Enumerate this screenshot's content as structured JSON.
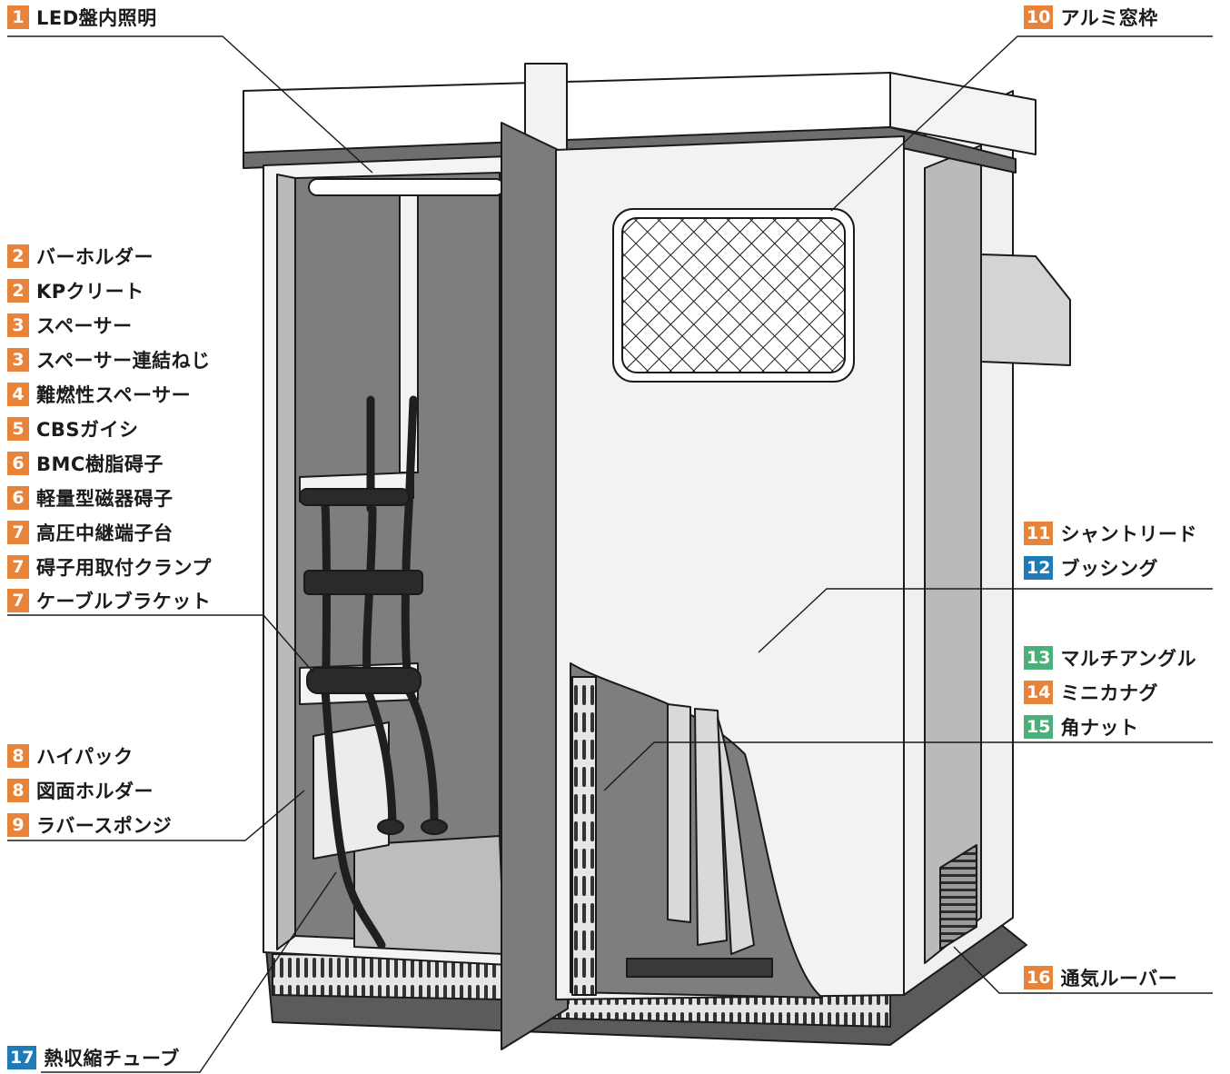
{
  "colors": {
    "orange": "#e8833a",
    "blue": "#1f7ab8",
    "green": "#4caf7a",
    "panel_dark": "#7e7e80",
    "panel_light": "#b9babc",
    "panel_white": "#f2f2f1",
    "line": "#1a1a1a"
  },
  "labels": [
    {
      "num": "1",
      "text": "LED盤内照明",
      "color": "orange"
    },
    {
      "num": "2",
      "text": "バーホルダー",
      "color": "orange"
    },
    {
      "num": "2",
      "text": "KPクリート",
      "color": "orange"
    },
    {
      "num": "3",
      "text": "スペーサー",
      "color": "orange"
    },
    {
      "num": "3",
      "text": "スペーサー連結ねじ",
      "color": "orange"
    },
    {
      "num": "4",
      "text": "難燃性スペーサー",
      "color": "orange"
    },
    {
      "num": "5",
      "text": "CBSガイシ",
      "color": "orange"
    },
    {
      "num": "6",
      "text": "BMC樹脂碍子",
      "color": "orange"
    },
    {
      "num": "6",
      "text": "軽量型磁器碍子",
      "color": "orange"
    },
    {
      "num": "7",
      "text": "高圧中継端子台",
      "color": "orange"
    },
    {
      "num": "7",
      "text": "碍子用取付クランプ",
      "color": "orange"
    },
    {
      "num": "7",
      "text": "ケーブルブラケット",
      "color": "orange"
    },
    {
      "num": "8",
      "text": "ハイパック",
      "color": "orange"
    },
    {
      "num": "8",
      "text": "図面ホルダー",
      "color": "orange"
    },
    {
      "num": "9",
      "text": "ラバースポンジ",
      "color": "orange"
    },
    {
      "num": "17",
      "text": "熱収縮チューブ",
      "color": "blue"
    },
    {
      "num": "10",
      "text": "アルミ窓枠",
      "color": "orange"
    },
    {
      "num": "11",
      "text": "シャントリード",
      "color": "orange"
    },
    {
      "num": "12",
      "text": "ブッシング",
      "color": "blue"
    },
    {
      "num": "13",
      "text": "マルチアングル",
      "color": "green"
    },
    {
      "num": "14",
      "text": "ミニカナグ",
      "color": "orange"
    },
    {
      "num": "15",
      "text": "角ナット",
      "color": "green"
    },
    {
      "num": "16",
      "text": "通気ルーバー",
      "color": "orange"
    }
  ]
}
